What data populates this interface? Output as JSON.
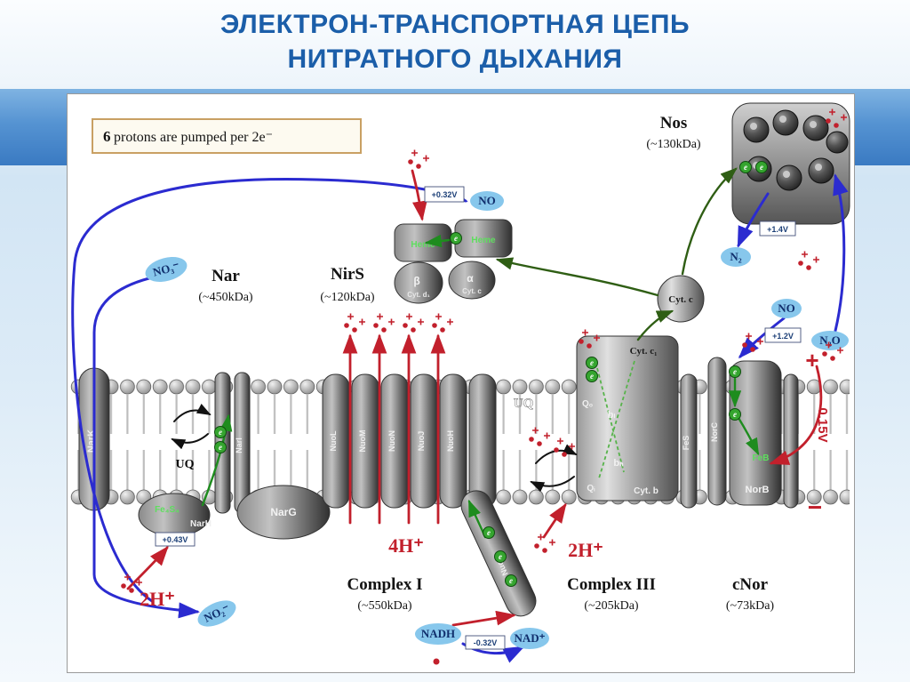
{
  "title": {
    "line1": "ЭЛЕКТРОН-ТРАНСПОРТНАЯ ЦЕПЬ",
    "line2": "НИТРАТНОГО ДЫХАНИЯ"
  },
  "note": {
    "num": "6",
    "text": " protons are pumped per 2e⁻"
  },
  "complexes": {
    "nos": {
      "name": "Nos",
      "mass": "(~130kDa)"
    },
    "nar": {
      "name": "Nar",
      "mass": "(~450kDa)"
    },
    "nirs": {
      "name": "NirS",
      "mass": "(~120kDa)"
    },
    "c1": {
      "name": "Complex I",
      "mass": "(~550kDa)"
    },
    "c3": {
      "name": "Complex III",
      "mass": "(~205kDa)"
    },
    "cnor": {
      "name": "cNor",
      "mass": "(~73kDa)"
    }
  },
  "molecules": {
    "no3": "NO₃⁻",
    "no_top": "NO",
    "n2": "N₂",
    "no_right": "NO",
    "n2o": "N₂O",
    "no2": "NO₂⁻",
    "nadh": "NADH",
    "nad": "NAD⁺"
  },
  "voltages": {
    "nirs": "+0.32V",
    "nos": "+1.4V",
    "cnor": "+1.2V",
    "nar": "+0.43V",
    "nadh": "-0.32V",
    "membrane": "0.15V",
    "membrane_plus": "+",
    "membrane_minus": "−"
  },
  "protons": {
    "nar_side": "2H⁺",
    "complex1": "4H⁺",
    "complex3": "2H⁺"
  },
  "subunits": {
    "nark": "NarK",
    "nari": "NarI",
    "narg": "NarG",
    "narh": "NarH",
    "fes_nar": "Fe₄S₄",
    "uq_nar": "UQ",
    "heme1": "Heme",
    "heme2": "Heme",
    "beta": "β",
    "alpha": "α",
    "cytd1": "Cyt. d₁",
    "cytc_nirs": "Cyt. c",
    "nuol": "NuoL",
    "nuom": "NuoM",
    "nuon": "NuoN",
    "nuoj": "NuoJ",
    "nuoh": "NuoH",
    "nuof": "NuoF",
    "uq_pool": "UQ",
    "cytc": "Cyt. c",
    "cytc1": "Cyt. c₁",
    "bl": "bₗ",
    "bh": "bₕ",
    "qo": "Qₒ",
    "qi": "Qᵢ",
    "cytb": "Cyt. b",
    "fes": "FeS",
    "norc": "NorC",
    "norb": "NorB",
    "feb": "FeB"
  },
  "electron": "e"
}
